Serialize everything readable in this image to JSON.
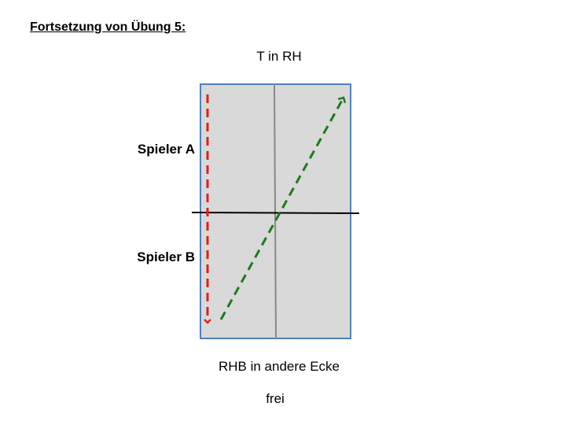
{
  "heading": "Fortsetzung von Übung 5:",
  "serve_label": "T in RH",
  "player_a": "Spieler A",
  "player_b": "Spieler B",
  "return_label": "RHB in andere Ecke",
  "free_label": "frei",
  "colors": {
    "table_fill": "#d9d9d9",
    "table_border": "#4f81bd",
    "red_arrow": "#e0201a",
    "green_arrow": "#1e7a1e",
    "center_line": "#888888",
    "net": "#000000"
  }
}
